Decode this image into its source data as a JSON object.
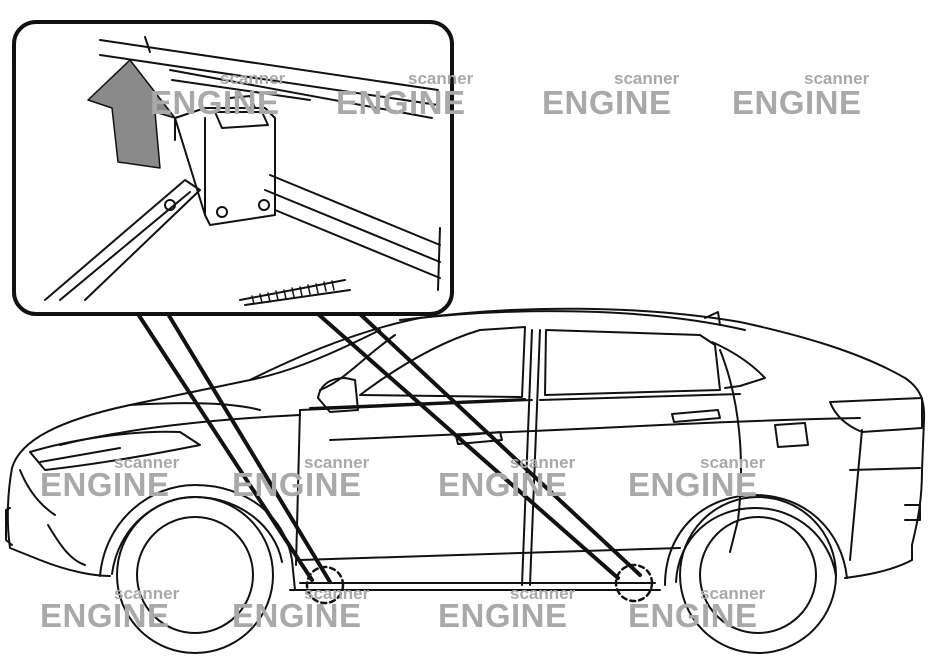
{
  "watermark": {
    "brand": "ENGINE",
    "sub": "scanner"
  },
  "colors": {
    "line": "#111111",
    "arrow_fill": "#8a8a8a",
    "watermark": "#a9a9a9"
  },
  "icons": {
    "direction": "arrow-up-icon",
    "jack_point": "dashed-circle-marker"
  },
  "diagram": {
    "subject": "vehicle-side-view",
    "detail": "jack-lift-point-callout",
    "callout_count": 2
  }
}
